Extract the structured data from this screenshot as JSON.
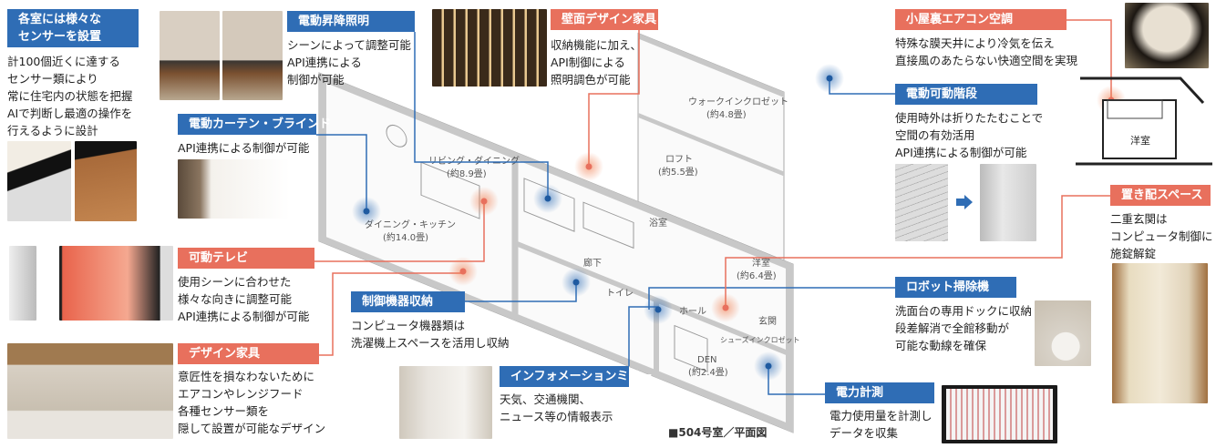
{
  "colors": {
    "blue": "#2f6db5",
    "orange": "#e8705d",
    "wall": "#c8c8c8"
  },
  "callouts": {
    "sensors": {
      "title_line1": "各室には様々な",
      "title_line2": "センサーを設置",
      "body": "計100個近くに達する\nセンサー類により\n常に住宅内の状態を把握\nAIで判断し最適の操作を\n行えるように設計"
    },
    "lifting_light": {
      "title": "電動昇降照明",
      "body": "シーンによって調整可能\nAPI連携による\n制御が可能"
    },
    "curtain": {
      "title": "電動カーテン・ブラインド",
      "body": "API連携による制御が可能"
    },
    "wall_furniture": {
      "title": "壁面デザイン家具",
      "body": "収納機能に加え、\nAPI制御による\n照明調色が可能"
    },
    "attic_aircon": {
      "title": "小屋裏エアコン空調",
      "body": "特殊な膜天井により冷気を伝え\n直接風のあたらない快適空間を実現"
    },
    "stairs": {
      "title": "電動可動階段",
      "body": "使用時外は折りたたむことで\n空間の有効活用\nAPI連携による制御が可能"
    },
    "delivery": {
      "title": "置き配スペース",
      "body": "二重玄関は\nコンピュータ制御に\n施錠解錠"
    },
    "tv": {
      "title": "可動テレビ",
      "body": "使用シーンに合わせた\n様々な向きに調整可能\nAPI連携による制御が可能"
    },
    "design_furniture": {
      "title": "デザイン家具",
      "body": "意匠性を損なわないために\nエアコンやレンジフード\n各種センサー類を\n隠して設置が可能なデザイン"
    },
    "control_storage": {
      "title": "制御機器収納",
      "body": "コンピュータ機器類は\n洗濯機上スペースを活用し収納"
    },
    "info_mirror": {
      "title": "インフォメーションミラー",
      "body": "天気、交通機関、\nニュース等の情報表示"
    },
    "robot": {
      "title": "ロボット掃除機",
      "body": "洗面台の専用ドックに収納\n段差解消で全館移動が\n可能な動線を確保"
    },
    "power": {
      "title": "電力計測",
      "body": "電力使用量を計測し\nデータを収集"
    }
  },
  "section_drawing": {
    "room": "洋室"
  },
  "floor_plan": {
    "caption": "■504号室／平面図",
    "rooms": {
      "living": "リビング・ダイニング",
      "living_size": "(約8.9畳)",
      "kitchen": "ダイニング・キッチン",
      "kitchen_size": "(約14.0畳)",
      "wic": "ウォークインクロゼット",
      "wic_size": "(約4.8畳)",
      "loft": "ロフト",
      "loft_size": "(約5.5畳)",
      "western": "洋室",
      "western_size": "(約6.4畳)",
      "den": "DEN",
      "den_size": "(約2.4畳)",
      "entrance": "玄関",
      "hall": "ホール",
      "corridor": "廊下",
      "toilet": "トイレ",
      "bath": "浴室",
      "shoes": "シューズインクロゼット"
    }
  }
}
